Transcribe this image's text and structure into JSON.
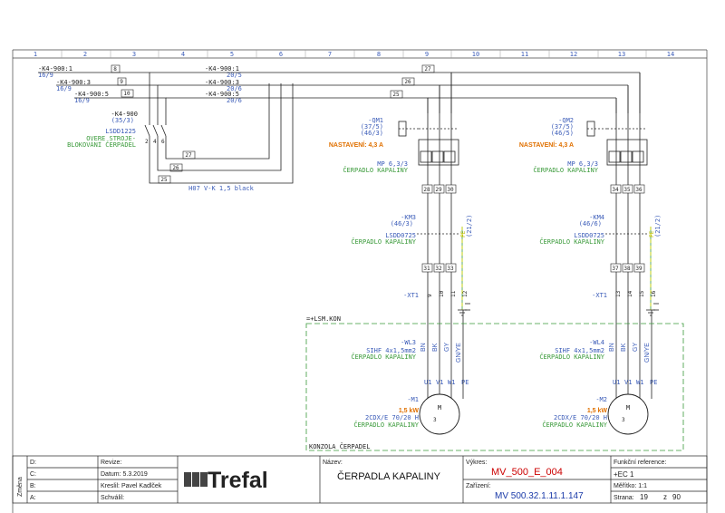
{
  "columns": [
    "1",
    "2",
    "3",
    "4",
    "5",
    "6",
    "7",
    "8",
    "9",
    "10",
    "11",
    "12",
    "13",
    "14"
  ],
  "refs": {
    "r1": "-K4-900:1",
    "r1s": "16/9",
    "r2": "-K4-900:3",
    "r2s": "16/9",
    "r3": "-K4-900:5",
    "r3s": "16/9",
    "r4": "-K4-900:1",
    "r4s": "20/5",
    "r5": "-K4-900:3",
    "r5s": "20/6",
    "r6": "-K4-900:5",
    "r6s": "20/6"
  },
  "wires": {
    "w8": "8",
    "w9": "9",
    "w10": "10",
    "w27": "27",
    "w26": "26",
    "w25": "25",
    "w27b": "27",
    "w26b": "26",
    "w25b": "25"
  },
  "relay": {
    "name": "-K4-900",
    "ref": "(35/3)",
    "part": "LSDD1225",
    "desc1": "OVERE STROJE-",
    "desc2": "BLOKOVÁNÍ ČERPADEL",
    "t2": "2",
    "t4": "4",
    "t6": "6"
  },
  "cable_label": "H07 V-K 1,5 black",
  "left": {
    "qm": "-QM1",
    "qm_ref1": "(37/5)",
    "qm_ref2": "(46/3)",
    "setting": "NASTAVENÍ: 4,3 A",
    "qm_part": "MP 6,3/3",
    "qm_desc": "ČERPADLO KAPALINY",
    "w1": "28",
    "w2": "29",
    "w3": "30",
    "km": "-KM3",
    "km_ref": "(46/3)",
    "km_part": "LSDD0725",
    "km_desc": "ČERPADLO KAPALINY",
    "w4": "31",
    "w5": "32",
    "w6": "33",
    "fe": "FE",
    "fe_ref": "(21/2)",
    "xt": "-XT1",
    "xt1": "9",
    "xt2": "10",
    "xt3": "11",
    "xt4": "12",
    "wl": "-WL3",
    "wl_part": "SIHF 4x1,5mm2",
    "wl_desc": "ČERPADLO KAPALINY",
    "c1": "BN",
    "c2": "BK",
    "c3": "GY",
    "c4": "GN/YE",
    "u": "U1",
    "v": "V1",
    "w": "W1",
    "pe": "PE",
    "m": "-M1",
    "m_kw": "1,5 kW",
    "m_part": "2CDX/E 70/20 H",
    "m_desc": "ČERPADLO KAPALINY",
    "motor": "M",
    "phase": "3"
  },
  "right": {
    "qm": "-QM2",
    "qm_ref1": "(37/5)",
    "qm_ref2": "(46/5)",
    "setting": "NASTAVENÍ: 4,3 A",
    "qm_part": "MP 6,3/3",
    "qm_desc": "ČERPADLO KAPALINY",
    "w1": "34",
    "w2": "35",
    "w3": "36",
    "km": "-KM4",
    "km_ref": "(46/6)",
    "km_part": "LSDD0725",
    "km_desc": "ČERPADLO KAPALINY",
    "w4": "37",
    "w5": "38",
    "w6": "39",
    "fe": "FE",
    "fe_ref": "(21/2)",
    "xt": "-XT1",
    "xt1": "13",
    "xt2": "14",
    "xt3": "15",
    "xt4": "16",
    "wl": "-WL4",
    "wl_part": "SIHF 4x1,5mm2",
    "wl_desc": "ČERPADLO KAPALINY",
    "c1": "BN",
    "c2": "BK",
    "c3": "GY",
    "c4": "GN/YE",
    "u": "U1",
    "v": "V1",
    "w": "W1",
    "pe": "PE",
    "m": "-M2",
    "m_kw": "1,5 kW",
    "m_part": "2CDX/E 70/20 H",
    "m_desc": "ČERPADLO KAPALINY",
    "motor": "M",
    "phase": "3"
  },
  "area_label": "=+LSM.KON",
  "console_label": "KONZOLA ČERPADEL",
  "titleblock": {
    "zmena": "Změna",
    "rows": [
      "D:",
      "C:",
      "B:",
      "A:"
    ],
    "revize": "Revize:",
    "datum": "Datum: 5.3.2019",
    "kreslil": "Kreslil: Pavel Kadlček",
    "schvalil": "Schválil:",
    "logo": "Trefal",
    "nazev_label": "Název:",
    "nazev": "ČERPADLA KAPALINY",
    "vykres_label": "Výkres:",
    "vykres": "MV_500_E_004",
    "zarizeni_label": "Zařízení:",
    "zarizeni": "MV 500.32.1.11.1.147",
    "funkcni": "Funkční reference:",
    "ec": "+EC 1",
    "meritko": "Měřítko: 1:1",
    "strana_label": "Strana:",
    "strana": "19",
    "z": "z",
    "total": "90"
  }
}
